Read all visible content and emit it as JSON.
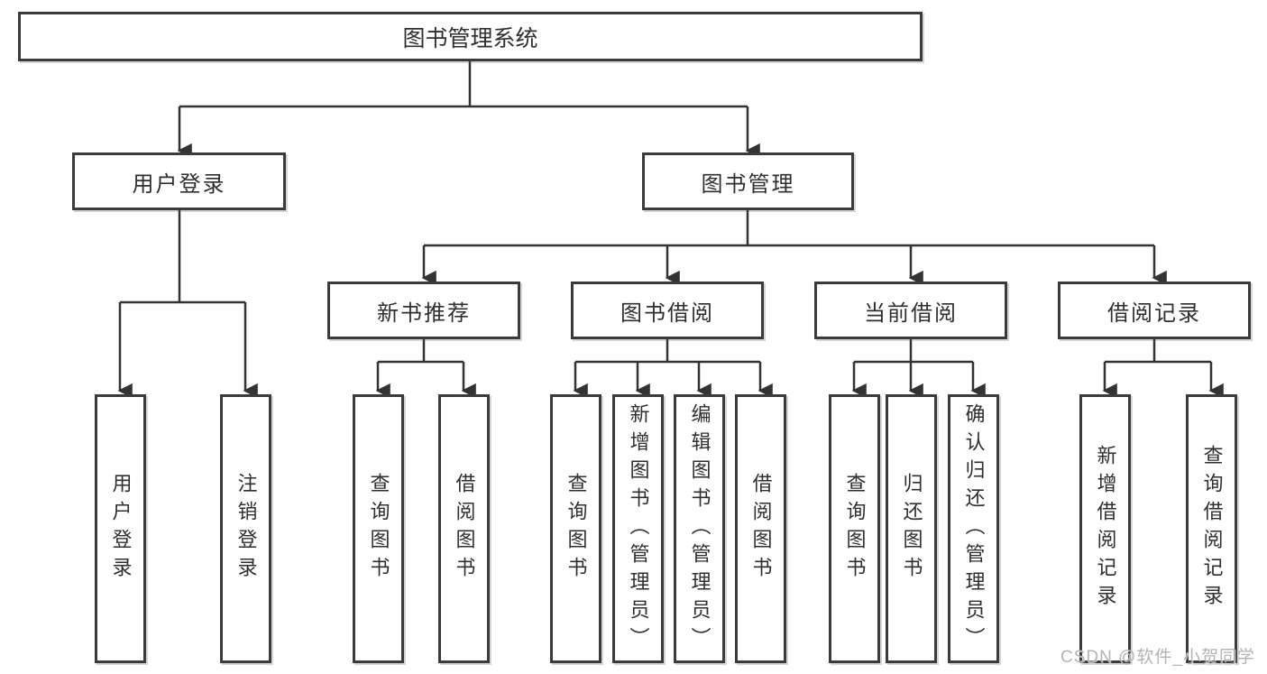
{
  "tree": {
    "label": "图书管理系统",
    "children": [
      {
        "label": "用户登录",
        "children": [
          {
            "label": "用户登录"
          },
          {
            "label": "注销登录"
          }
        ]
      },
      {
        "label": "图书管理",
        "children": [
          {
            "label": "新书推荐",
            "children": [
              {
                "label": "查询图书"
              },
              {
                "label": "借阅图书"
              }
            ]
          },
          {
            "label": "图书借阅",
            "children": [
              {
                "label": "查询图书"
              },
              {
                "label": "新增图书（管理员）"
              },
              {
                "label": "编辑图书（管理员）"
              },
              {
                "label": "借阅图书"
              }
            ]
          },
          {
            "label": "当前借阅",
            "children": [
              {
                "label": "查询图书"
              },
              {
                "label": "归还图书"
              },
              {
                "label": "确认归还（管理员）"
              }
            ]
          },
          {
            "label": "借阅记录",
            "children": [
              {
                "label": "新增借阅记录"
              },
              {
                "label": "查询借阅记录"
              }
            ]
          }
        ]
      }
    ]
  },
  "watermark": {
    "text": "CSDN @软件_小贺同学"
  },
  "colors": {
    "line": "#333333",
    "border": "#3b3b3b",
    "fill": "#ffffff",
    "text": "#2f2f2f",
    "watermark": "#b3b3b3"
  }
}
